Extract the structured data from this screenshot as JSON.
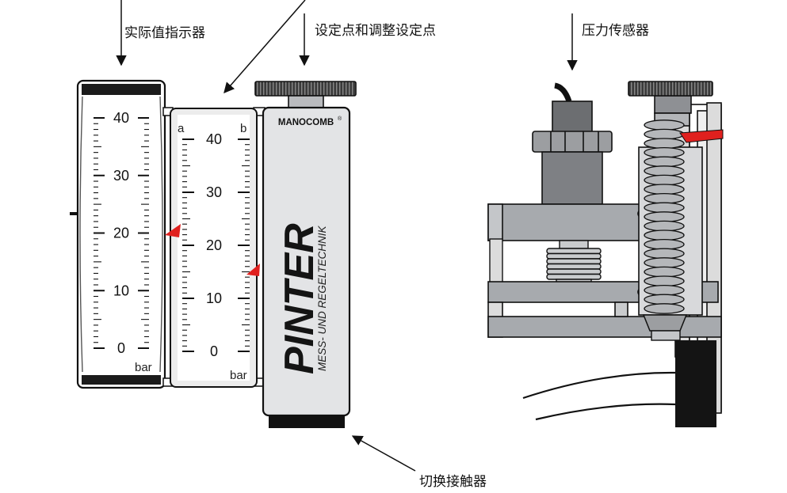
{
  "labels": {
    "actual_indicator": "实际值指示器",
    "setpoint": "设定点和调整设定点",
    "pressure_sensor": "压力传感器",
    "switch_contact": "切换接触器"
  },
  "gauge": {
    "actual_scale": [
      "40",
      "30",
      "20",
      "10",
      "0"
    ],
    "actual_unit": "bar",
    "setpoint_scale": [
      "40",
      "30",
      "20",
      "10",
      "0"
    ],
    "setpoint_unit": "bar",
    "col_a": "a",
    "col_b": "b"
  },
  "device": {
    "model": "MANOCOMB",
    "trademark": "®",
    "brand": "PINTER",
    "tagline": "MESS- UND REGELTECHNIK"
  },
  "colors": {
    "pointer": "#e0201e",
    "body_fill": "#e3e4e6",
    "dark": "#1b1b1b",
    "metal": "#a7aaae"
  }
}
